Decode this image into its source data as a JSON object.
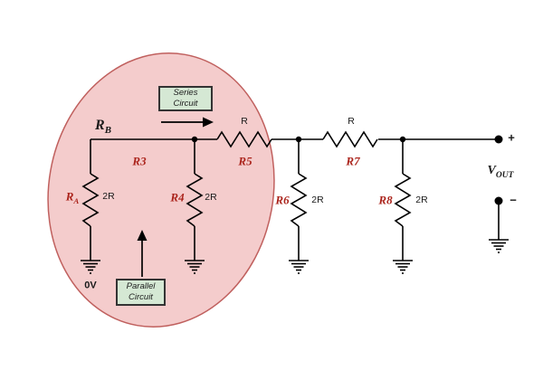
{
  "scene": {
    "background": "#ffffff",
    "wire_color": "#000000"
  },
  "highlight": {
    "region_fill": "#f4cccc",
    "region_stroke": "#c0605e",
    "series_box": {
      "line1": "Series",
      "line2": "Circuit",
      "fill": "#d5e8d4",
      "border": "#333333"
    },
    "parallel_box": {
      "line1": "Parallel",
      "line2": "Circuit",
      "fill": "#d5e8d4",
      "border": "#333333"
    }
  },
  "nodes": {
    "rb": {
      "main": "R",
      "sub": "B"
    },
    "zero_volts": "0V",
    "vout": {
      "main": "V",
      "sub": "OUT"
    },
    "plus": "+",
    "minus": "−"
  },
  "resistors": {
    "ra": {
      "main": "R",
      "sub": "A",
      "value": "2R"
    },
    "r3": {
      "name": "R3"
    },
    "r4": {
      "name": "R4",
      "value": "2R"
    },
    "r5": {
      "name": "R5",
      "value": "R"
    },
    "r6": {
      "name": "R6",
      "value": "2R"
    },
    "r7": {
      "name": "R7",
      "value": "R"
    },
    "r8": {
      "name": "R8",
      "value": "2R"
    }
  },
  "label_color": "#ab241c"
}
